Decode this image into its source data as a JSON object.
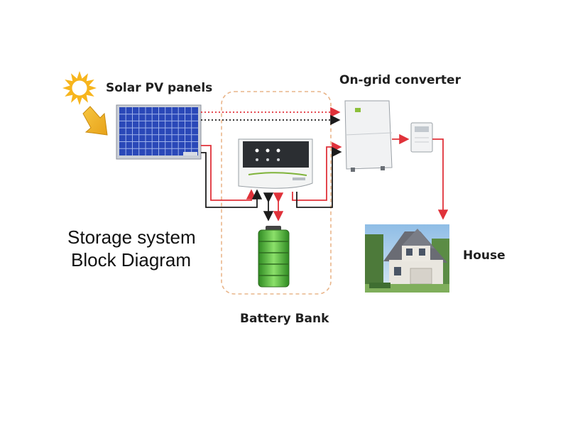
{
  "labels": {
    "solar_panels": "Solar PV panels",
    "converter": "On-grid converter",
    "house": "House",
    "battery_bank": "Battery Bank"
  },
  "title": {
    "line1": "Storage system",
    "line2": "Block Diagram"
  },
  "icons": {
    "sun": "sun-icon",
    "panel": "solar-panel-icon",
    "controller": "charge-controller-icon",
    "battery": "battery-icon",
    "inverter": "inverter-icon",
    "meter": "meter-icon",
    "house": "house-icon"
  },
  "colors": {
    "power_line_red": "#e0323a",
    "power_line_black": "#1c1c1c",
    "enclosure_dashed": "#e9b58a",
    "panel_blue": "#2a48b8",
    "sun_yellow": "#f7b51d",
    "battery_green": "#4fb53a"
  }
}
